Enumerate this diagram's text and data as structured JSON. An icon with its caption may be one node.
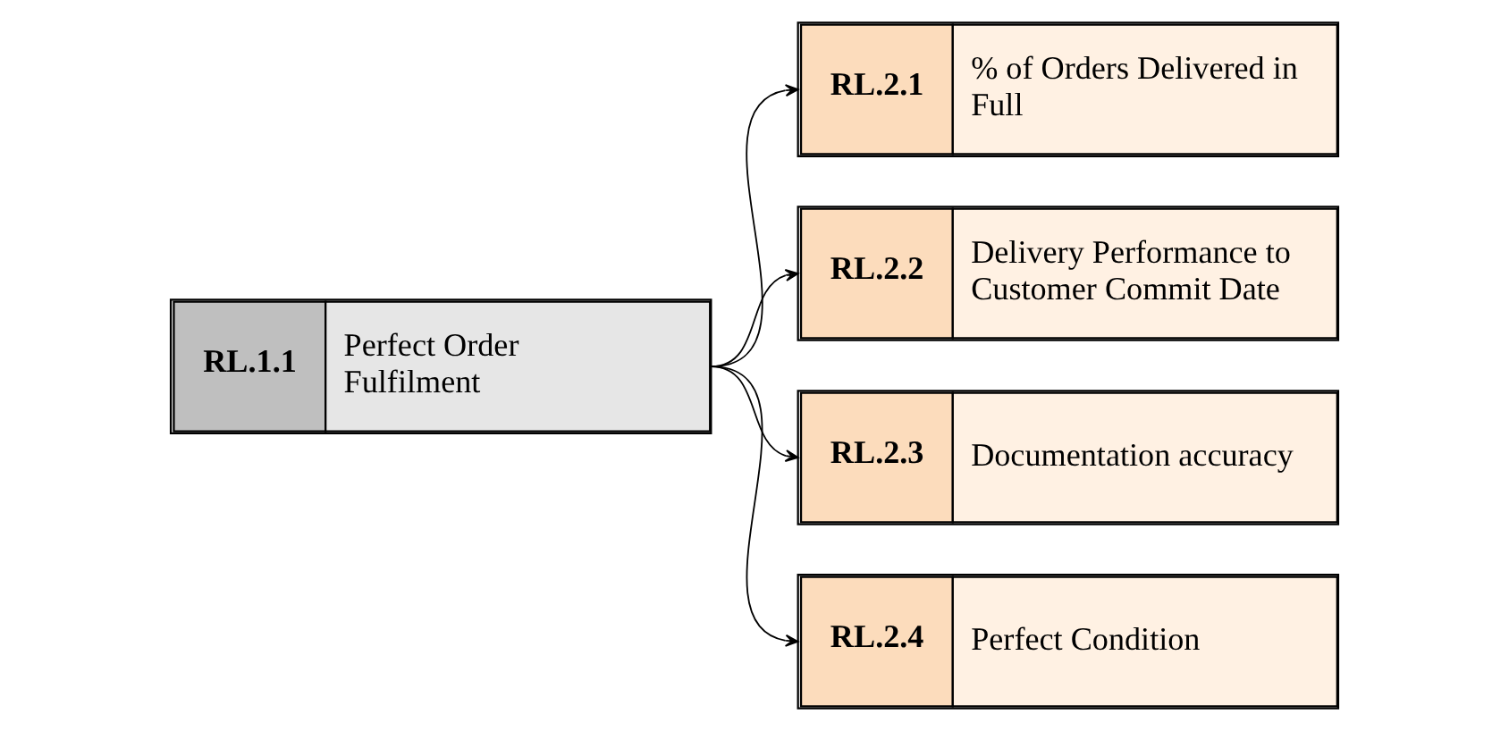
{
  "diagram": {
    "nodes": [
      {
        "text": [
          "RL.1.1",
          "Perfect Order Fulfilment"
        ]
      },
      {
        "text": [
          "RL.2.1",
          "% of Orders Delivered in Full"
        ]
      },
      {
        "text": [
          "RL.2.2",
          "Delivery Performance to Customer Commit Date"
        ]
      },
      {
        "text": [
          "RL.2.3",
          "Documentation accuracy"
        ]
      },
      {
        "text": [
          "RL.2.4",
          "Perfect Condition"
        ]
      }
    ],
    "edges": [
      {
        "from": 0,
        "to": 1,
        "arrow": "to"
      },
      {
        "from": 0,
        "to": 2,
        "arrow": "to"
      },
      {
        "from": 0,
        "to": 3,
        "arrow": "to"
      },
      {
        "from": 0,
        "to": 4,
        "arrow": "to"
      }
    ]
  }
}
